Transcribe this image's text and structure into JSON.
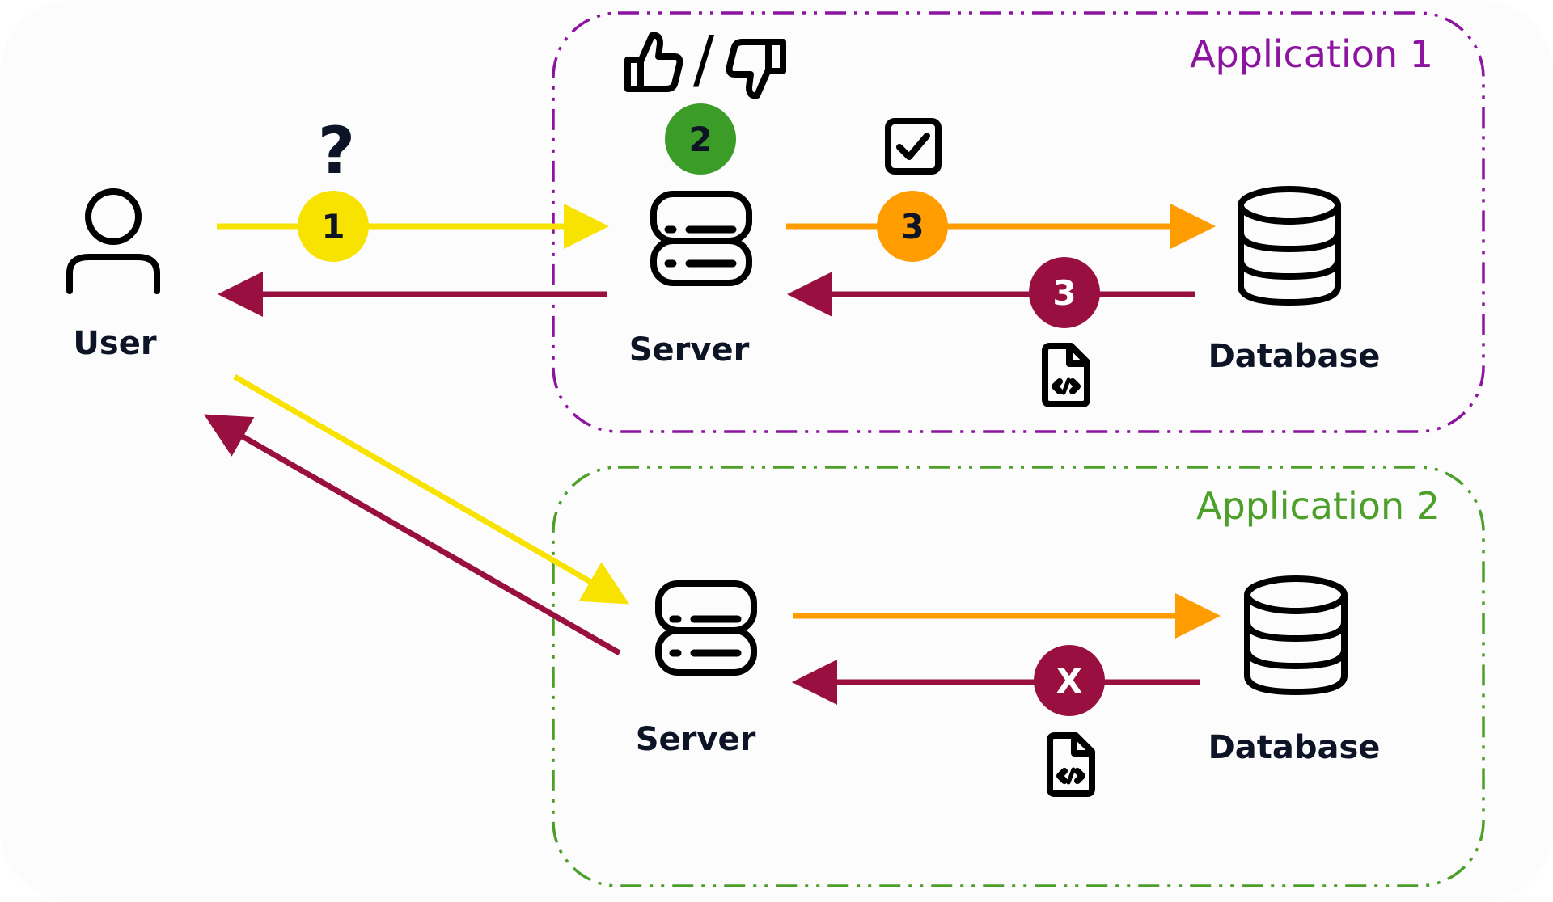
{
  "colors": {
    "app1_border": "#8c14a0",
    "app2_border": "#4ca02a",
    "request_arrow": "#f8e200",
    "db_request_arrow": "#ff9c00",
    "response_arrow": "#991040",
    "badge_green": "#3c9c28",
    "text": "#0c1426"
  },
  "user": {
    "label": "User",
    "icon": "user-icon"
  },
  "app1": {
    "title": "Application 1",
    "server_label": "Server",
    "database_label": "Database",
    "thumbs_separator": "/",
    "badges": {
      "request": "1",
      "validate": "2",
      "query": "3",
      "result": "3"
    },
    "question_mark": "?"
  },
  "app2": {
    "title": "Application 2",
    "server_label": "Server",
    "database_label": "Database",
    "badges": {
      "failed": "X"
    }
  },
  "icons": [
    "user-icon",
    "server-icon",
    "database-icon",
    "thumbs-up-icon",
    "thumbs-down-icon",
    "checkbox-icon",
    "code-file-icon"
  ]
}
